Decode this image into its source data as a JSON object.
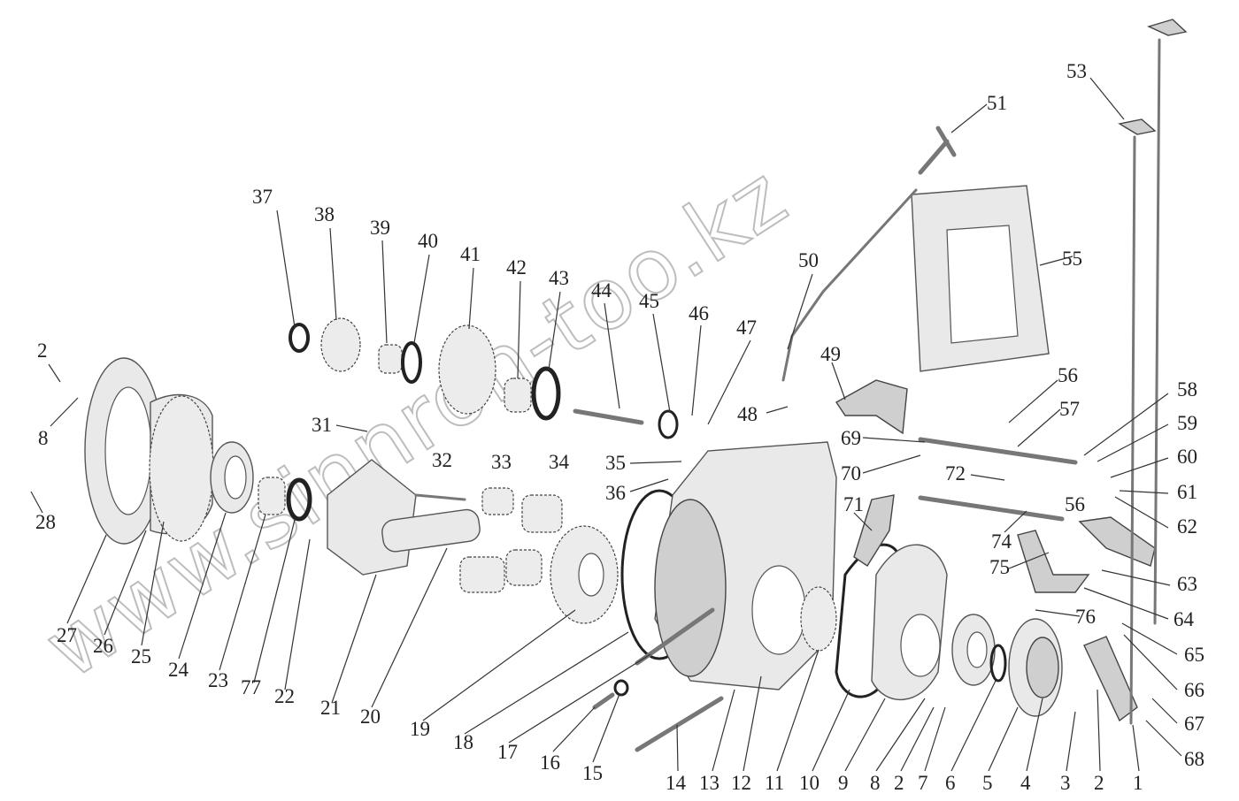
{
  "watermark": "www.sinnron-too.kz",
  "callouts": [
    {
      "id": "c37",
      "label": "37"
    },
    {
      "id": "c38",
      "label": "38"
    },
    {
      "id": "c39",
      "label": "39"
    },
    {
      "id": "c40",
      "label": "40"
    },
    {
      "id": "c41",
      "label": "41"
    },
    {
      "id": "c42",
      "label": "42"
    },
    {
      "id": "c43",
      "label": "43"
    },
    {
      "id": "c44",
      "label": "44"
    },
    {
      "id": "c45",
      "label": "45"
    },
    {
      "id": "c46",
      "label": "46"
    },
    {
      "id": "c47",
      "label": "47"
    },
    {
      "id": "c48",
      "label": "48"
    },
    {
      "id": "c49",
      "label": "49"
    },
    {
      "id": "c50",
      "label": "50"
    },
    {
      "id": "c51",
      "label": "51"
    },
    {
      "id": "c53",
      "label": "53"
    },
    {
      "id": "c55",
      "label": "55"
    },
    {
      "id": "c56a",
      "label": "56"
    },
    {
      "id": "c56b",
      "label": "56"
    },
    {
      "id": "c57",
      "label": "57"
    },
    {
      "id": "c58",
      "label": "58"
    },
    {
      "id": "c59",
      "label": "59"
    },
    {
      "id": "c60",
      "label": "60"
    },
    {
      "id": "c61",
      "label": "61"
    },
    {
      "id": "c62",
      "label": "62"
    },
    {
      "id": "c63",
      "label": "63"
    },
    {
      "id": "c64",
      "label": "64"
    },
    {
      "id": "c65",
      "label": "65"
    },
    {
      "id": "c66",
      "label": "66"
    },
    {
      "id": "c67",
      "label": "67"
    },
    {
      "id": "c68",
      "label": "68"
    },
    {
      "id": "c69",
      "label": "69"
    },
    {
      "id": "c70",
      "label": "70"
    },
    {
      "id": "c71",
      "label": "71"
    },
    {
      "id": "c72",
      "label": "72"
    },
    {
      "id": "c74",
      "label": "74"
    },
    {
      "id": "c75",
      "label": "75"
    },
    {
      "id": "c76",
      "label": "76"
    },
    {
      "id": "c2a",
      "label": "2"
    },
    {
      "id": "c8a",
      "label": "8"
    },
    {
      "id": "c28",
      "label": "28"
    },
    {
      "id": "c31",
      "label": "31"
    },
    {
      "id": "c32",
      "label": "32"
    },
    {
      "id": "c33",
      "label": "33"
    },
    {
      "id": "c34",
      "label": "34"
    },
    {
      "id": "c35",
      "label": "35"
    },
    {
      "id": "c36",
      "label": "36"
    },
    {
      "id": "c27",
      "label": "27"
    },
    {
      "id": "c26",
      "label": "26"
    },
    {
      "id": "c25",
      "label": "25"
    },
    {
      "id": "c24",
      "label": "24"
    },
    {
      "id": "c23",
      "label": "23"
    },
    {
      "id": "c77",
      "label": "77"
    },
    {
      "id": "c22",
      "label": "22"
    },
    {
      "id": "c21",
      "label": "21"
    },
    {
      "id": "c20",
      "label": "20"
    },
    {
      "id": "c19",
      "label": "19"
    },
    {
      "id": "c18",
      "label": "18"
    },
    {
      "id": "c17",
      "label": "17"
    },
    {
      "id": "c16",
      "label": "16"
    },
    {
      "id": "c15",
      "label": "15"
    },
    {
      "id": "c14",
      "label": "14"
    },
    {
      "id": "c13",
      "label": "13"
    },
    {
      "id": "c12",
      "label": "12"
    },
    {
      "id": "c11",
      "label": "11"
    },
    {
      "id": "c10",
      "label": "10"
    },
    {
      "id": "c9",
      "label": "9"
    },
    {
      "id": "c8b",
      "label": "8"
    },
    {
      "id": "c2b",
      "label": "2"
    },
    {
      "id": "c7",
      "label": "7"
    },
    {
      "id": "c6",
      "label": "6"
    },
    {
      "id": "c5",
      "label": "5"
    },
    {
      "id": "c4",
      "label": "4"
    },
    {
      "id": "c3",
      "label": "3"
    },
    {
      "id": "c2c",
      "label": "2"
    },
    {
      "id": "c1",
      "label": "1"
    }
  ]
}
